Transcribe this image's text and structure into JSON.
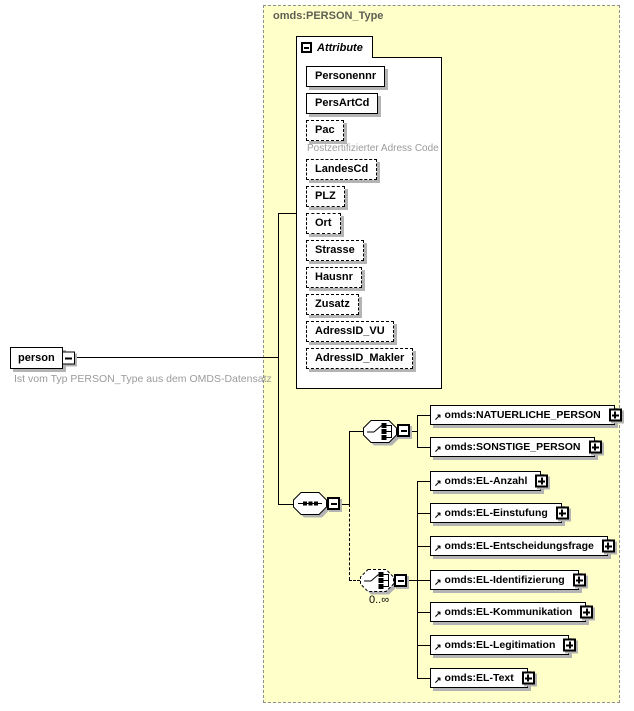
{
  "root": {
    "label": "person",
    "annotation": "Ist vom Typ PERSON_Type aus dem OMDS-Datensatz"
  },
  "type": {
    "label": "omds:PERSON_Type"
  },
  "attribute_group": {
    "label": "Attribute",
    "attributes": [
      {
        "name": "Personennr",
        "required": true
      },
      {
        "name": "PersArtCd",
        "required": true
      },
      {
        "name": "Pac",
        "required": false,
        "annotation": "Postzertifizierter Adress Code"
      },
      {
        "name": "LandesCd",
        "required": false
      },
      {
        "name": "PLZ",
        "required": false
      },
      {
        "name": "Ort",
        "required": false
      },
      {
        "name": "Strasse",
        "required": false
      },
      {
        "name": "Hausnr",
        "required": false
      },
      {
        "name": "Zusatz",
        "required": false
      },
      {
        "name": "AdressID_VU",
        "required": false
      },
      {
        "name": "AdressID_Makler",
        "required": false
      }
    ]
  },
  "person_choice": {
    "children": [
      "omds:NATUERLICHE_PERSON",
      "omds:SONSTIGE_PERSON"
    ]
  },
  "element_choice": {
    "occurrence": "0..∞",
    "children": [
      "omds:EL-Anzahl",
      "omds:EL-Einstufung",
      "omds:EL-Entscheidungsfrage",
      "omds:EL-Identifizierung",
      "omds:EL-Kommunikation",
      "omds:EL-Legitimation",
      "omds:EL-Text"
    ]
  },
  "colors": {
    "panel_bg": "#ffffc9",
    "panel_border": "#8f8f8f",
    "box_shadow": "#b4b4b4",
    "annotation_text": "#9b9b9b",
    "type_label_text": "#5e5e54"
  }
}
